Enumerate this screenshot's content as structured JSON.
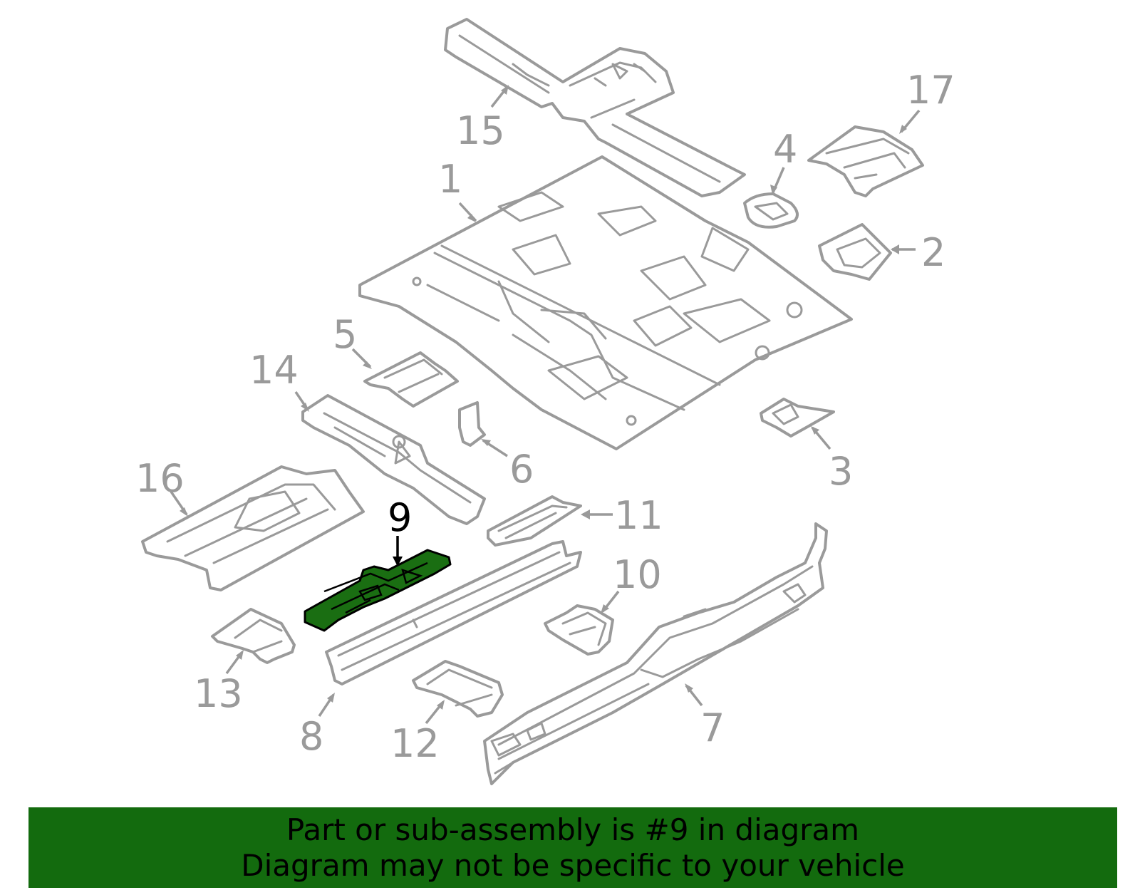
{
  "diagram": {
    "callouts": [
      {
        "id": "1",
        "label": "1"
      },
      {
        "id": "2",
        "label": "2"
      },
      {
        "id": "3",
        "label": "3"
      },
      {
        "id": "4",
        "label": "4"
      },
      {
        "id": "5",
        "label": "5"
      },
      {
        "id": "6",
        "label": "6"
      },
      {
        "id": "7",
        "label": "7"
      },
      {
        "id": "8",
        "label": "8"
      },
      {
        "id": "9",
        "label": "9",
        "highlighted": true
      },
      {
        "id": "10",
        "label": "10"
      },
      {
        "id": "11",
        "label": "11"
      },
      {
        "id": "12",
        "label": "12"
      },
      {
        "id": "13",
        "label": "13"
      },
      {
        "id": "14",
        "label": "14"
      },
      {
        "id": "15",
        "label": "15"
      },
      {
        "id": "16",
        "label": "16"
      },
      {
        "id": "17",
        "label": "17"
      }
    ],
    "colors": {
      "part_outline": "#9a9a9a",
      "highlight_fill": "#1a6e12",
      "banner_background": "#136b0e",
      "banner_text": "#000000"
    }
  },
  "banner": {
    "line1": "Part or sub-assembly is #9 in diagram",
    "line2": "Diagram may not be specific to your vehicle"
  }
}
